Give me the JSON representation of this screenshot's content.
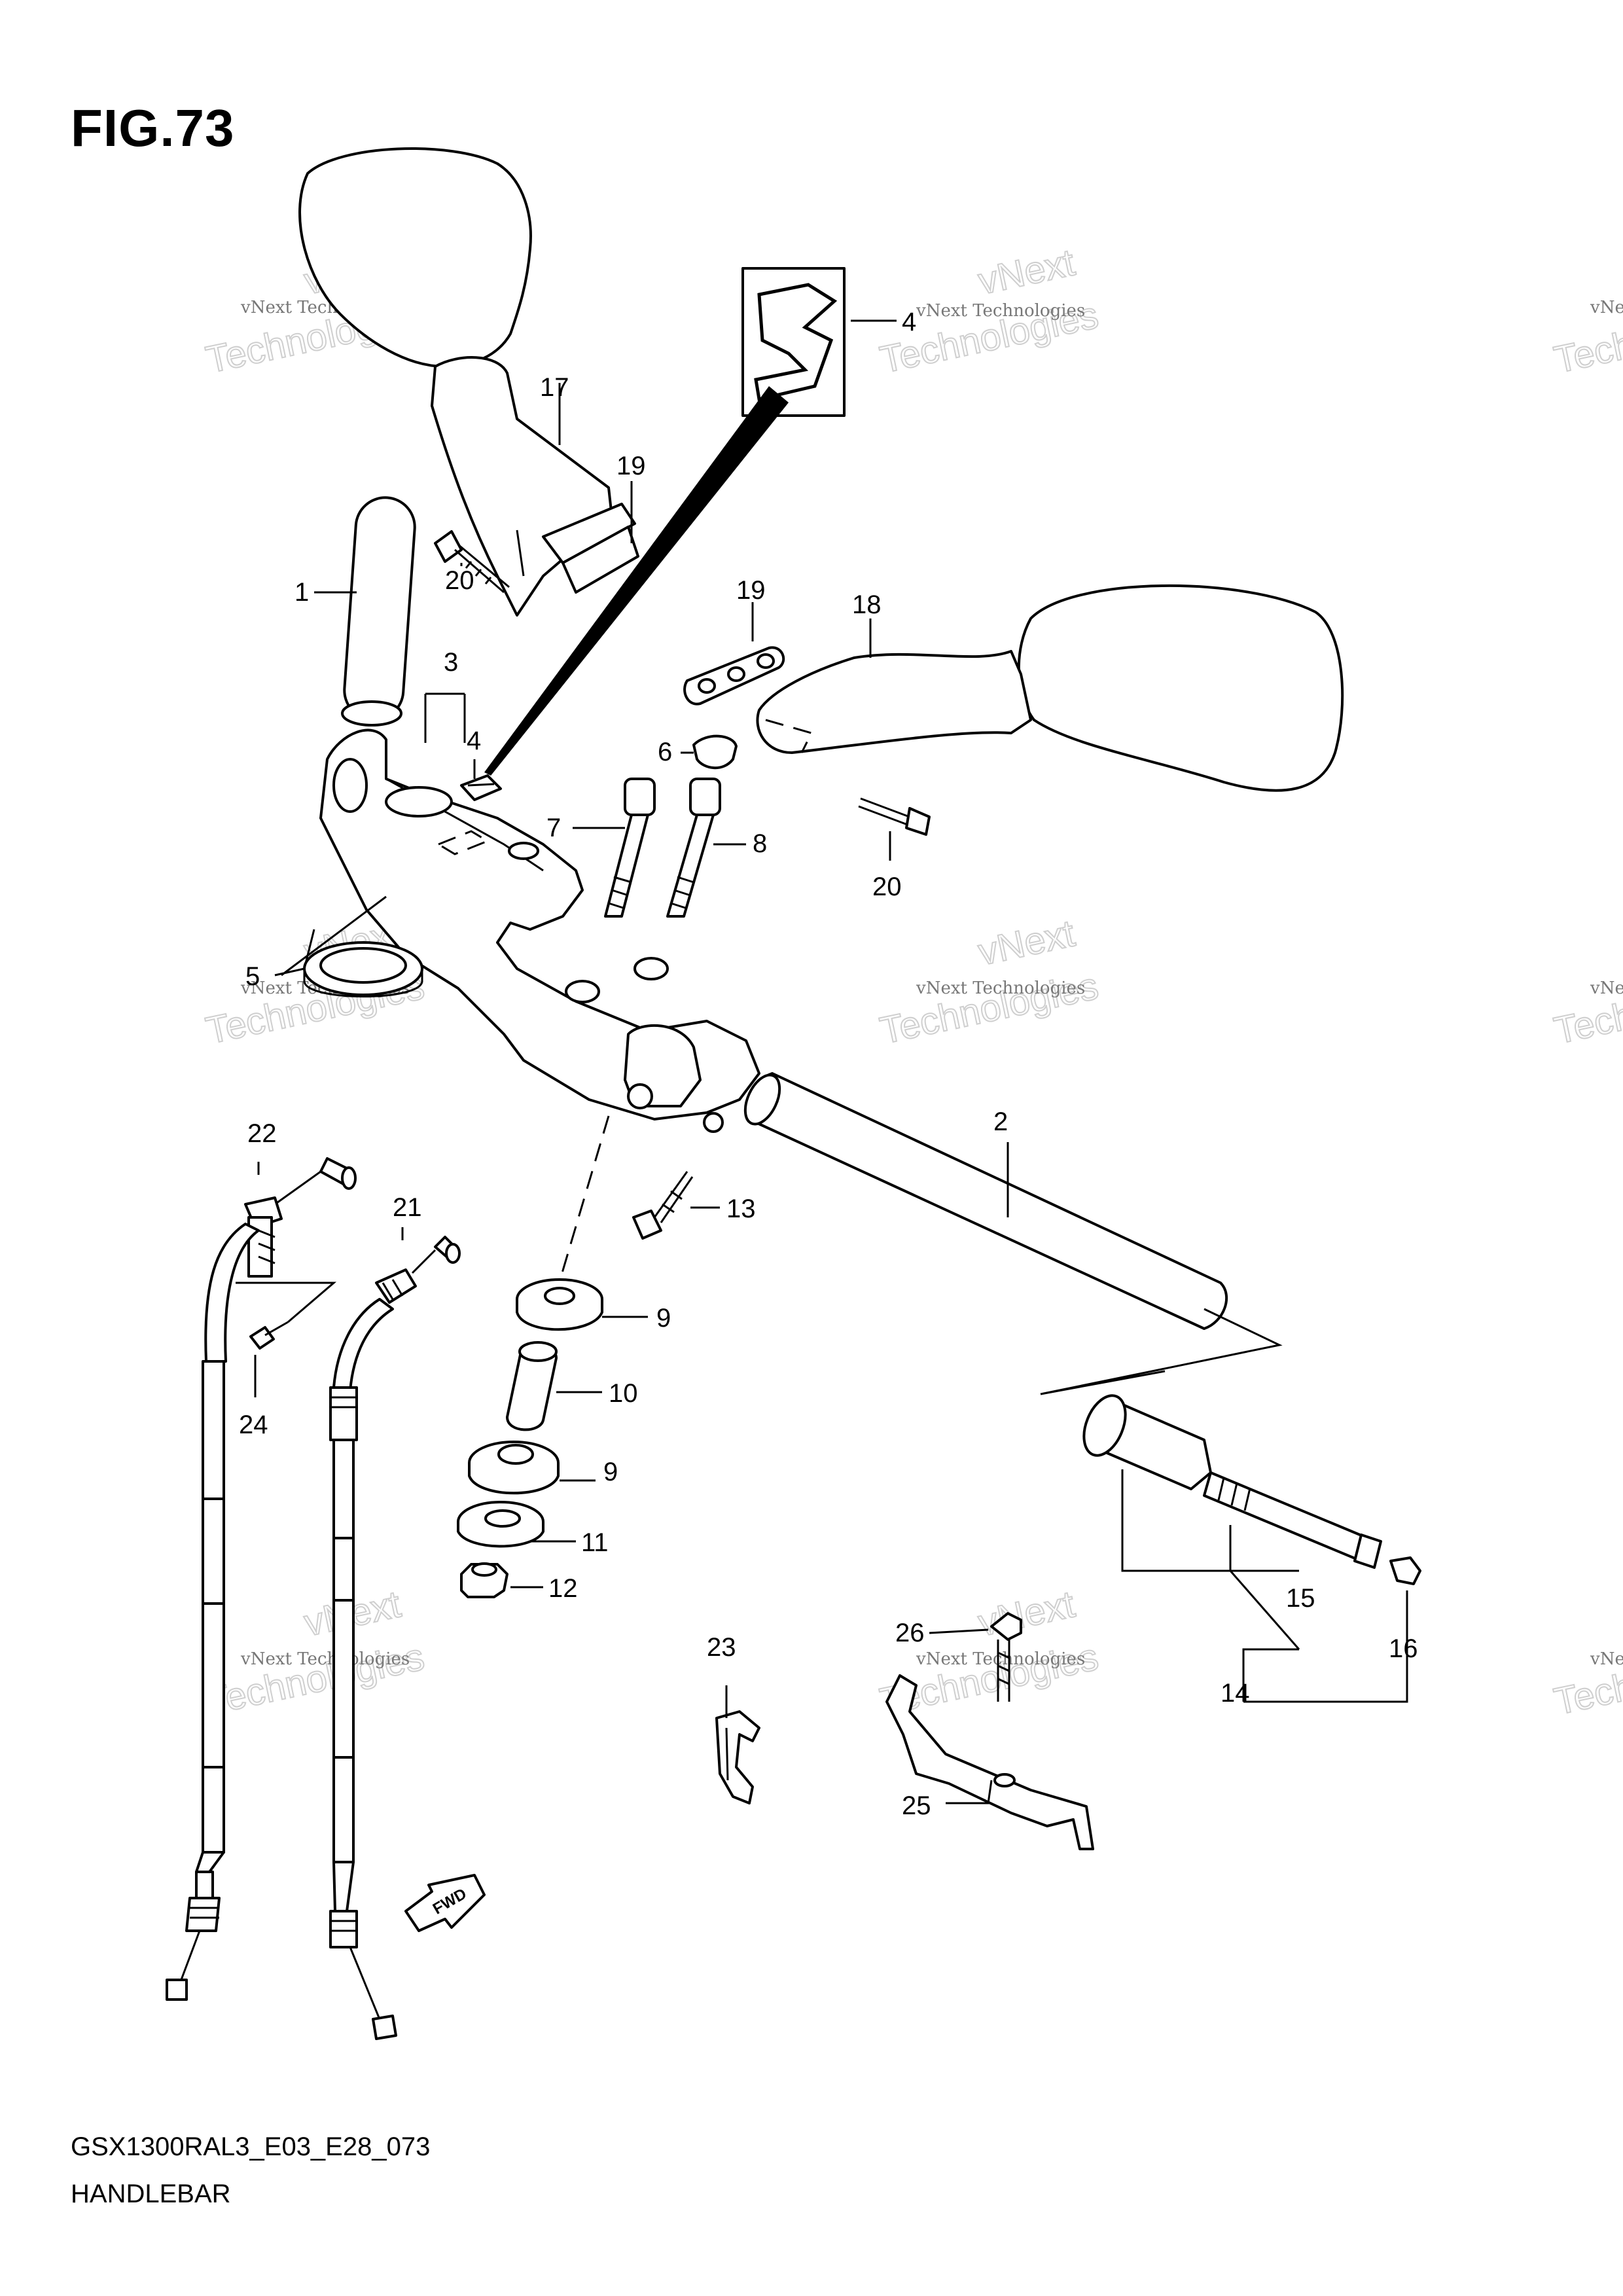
{
  "figure": {
    "title": "FIG.73",
    "model_code": "GSX1300RAL3_E03_E28_073",
    "section_name": "HANDLEBAR"
  },
  "watermark": {
    "line1": "vNext Technologies",
    "line2": "Technologies",
    "line3": "vNext"
  },
  "callouts": [
    {
      "id": "c1",
      "label": "1",
      "part": "handlebar grip"
    },
    {
      "id": "c2",
      "label": "2",
      "part": "handlebar tube"
    },
    {
      "id": "c3",
      "label": "3",
      "part": "handlebar clamp assembly"
    },
    {
      "id": "c4a",
      "label": "4",
      "part": "emblem (detail)"
    },
    {
      "id": "c4b",
      "label": "4",
      "part": "emblem"
    },
    {
      "id": "c5",
      "label": "5",
      "part": "ring"
    },
    {
      "id": "c6",
      "label": "6",
      "part": "cap"
    },
    {
      "id": "c7",
      "label": "7",
      "part": "bolt"
    },
    {
      "id": "c8",
      "label": "8",
      "part": "bolt"
    },
    {
      "id": "c9a",
      "label": "9",
      "part": "cushion upper"
    },
    {
      "id": "c9b",
      "label": "9",
      "part": "cushion lower"
    },
    {
      "id": "c10",
      "label": "10",
      "part": "spacer"
    },
    {
      "id": "c11",
      "label": "11",
      "part": "washer"
    },
    {
      "id": "c12",
      "label": "12",
      "part": "nut"
    },
    {
      "id": "c13",
      "label": "13",
      "part": "bolt"
    },
    {
      "id": "c14",
      "label": "14",
      "part": "balancer assembly"
    },
    {
      "id": "c15",
      "label": "15",
      "part": "balancer bolt"
    },
    {
      "id": "c16",
      "label": "16",
      "part": "end cap"
    },
    {
      "id": "c17",
      "label": "17",
      "part": "mirror left"
    },
    {
      "id": "c18",
      "label": "18",
      "part": "mirror right"
    },
    {
      "id": "c19a",
      "label": "19",
      "part": "mirror plate"
    },
    {
      "id": "c19b",
      "label": "19",
      "part": "mirror plate"
    },
    {
      "id": "c20a",
      "label": "20",
      "part": "mirror bolt"
    },
    {
      "id": "c20b",
      "label": "20",
      "part": "mirror bolt"
    },
    {
      "id": "c21",
      "label": "21",
      "part": "throttle cable no.2"
    },
    {
      "id": "c22",
      "label": "22",
      "part": "throttle cable no.1"
    },
    {
      "id": "c23",
      "label": "23",
      "part": "clamp"
    },
    {
      "id": "c24",
      "label": "24",
      "part": "screw"
    },
    {
      "id": "c25",
      "label": "25",
      "part": "bracket"
    },
    {
      "id": "c26",
      "label": "26",
      "part": "bolt"
    }
  ],
  "fwd_marker": "FWD",
  "colors": {
    "line": "#000000",
    "background": "#ffffff",
    "watermark": "#888888"
  }
}
